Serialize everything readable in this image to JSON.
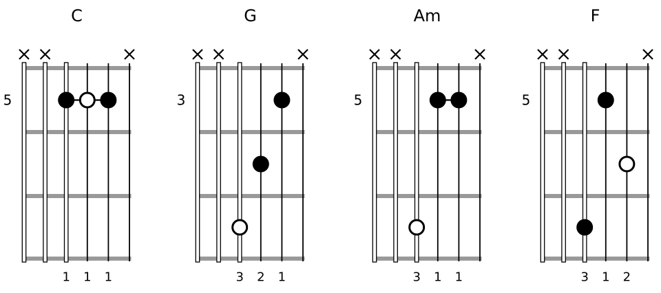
{
  "figure": {
    "type": "guitar-chord-diagrams",
    "background_color": "#ffffff",
    "colors": {
      "fret_bar": "#999999",
      "string": "#000000",
      "dot_filled": "#000000",
      "dot_open_fill": "#ffffff",
      "text": "#000000"
    },
    "num_strings": 6,
    "num_fret_rows": 3,
    "thick_strings": [
      1,
      2,
      3
    ],
    "muted_marker": "x-icon",
    "diagrams": [
      {
        "title": "C",
        "position_label": "5",
        "muted_strings": [
          1,
          2,
          6
        ],
        "dots": [
          {
            "string": 3,
            "row": 1,
            "type": "filled"
          },
          {
            "string": 4,
            "row": 1,
            "type": "open"
          },
          {
            "string": 5,
            "row": 1,
            "type": "filled"
          }
        ],
        "connectors": [
          {
            "row": 1,
            "from_string": 3,
            "to_string": 5
          }
        ],
        "fingers": [
          {
            "string": 3,
            "label": "1"
          },
          {
            "string": 4,
            "label": "1"
          },
          {
            "string": 5,
            "label": "1"
          }
        ]
      },
      {
        "title": "G",
        "position_label": "3",
        "muted_strings": [
          1,
          2,
          6
        ],
        "dots": [
          {
            "string": 5,
            "row": 1,
            "type": "filled"
          },
          {
            "string": 4,
            "row": 2,
            "type": "filled"
          },
          {
            "string": 3,
            "row": 3,
            "type": "open"
          }
        ],
        "connectors": [],
        "fingers": [
          {
            "string": 3,
            "label": "3"
          },
          {
            "string": 4,
            "label": "2"
          },
          {
            "string": 5,
            "label": "1"
          }
        ]
      },
      {
        "title": "Am",
        "position_label": "5",
        "muted_strings": [
          1,
          2,
          6
        ],
        "dots": [
          {
            "string": 4,
            "row": 1,
            "type": "filled"
          },
          {
            "string": 5,
            "row": 1,
            "type": "filled"
          },
          {
            "string": 3,
            "row": 3,
            "type": "open"
          }
        ],
        "connectors": [
          {
            "row": 1,
            "from_string": 4,
            "to_string": 5
          }
        ],
        "fingers": [
          {
            "string": 3,
            "label": "3"
          },
          {
            "string": 4,
            "label": "1"
          },
          {
            "string": 5,
            "label": "1"
          }
        ]
      },
      {
        "title": "F",
        "position_label": "5",
        "muted_strings": [
          1,
          2,
          6
        ],
        "dots": [
          {
            "string": 4,
            "row": 1,
            "type": "filled"
          },
          {
            "string": 5,
            "row": 2,
            "type": "open"
          },
          {
            "string": 3,
            "row": 3,
            "type": "filled"
          }
        ],
        "connectors": [],
        "fingers": [
          {
            "string": 3,
            "label": "3"
          },
          {
            "string": 4,
            "label": "1"
          },
          {
            "string": 5,
            "label": "2"
          }
        ]
      }
    ]
  }
}
